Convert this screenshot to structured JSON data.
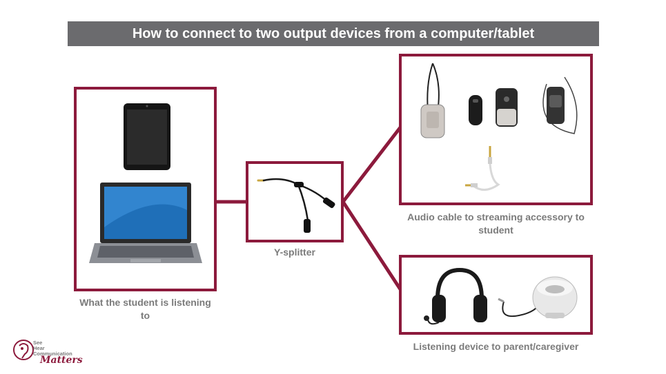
{
  "title": "How to connect to two output devices from a computer/tablet",
  "captions": {
    "source": "What the student is listening to",
    "splitter": "Y-splitter",
    "streaming": "Audio cable to streaming accessory to student",
    "listening": "Listening device to parent/caregiver"
  },
  "logo": {
    "line1": "See",
    "line2": "Hear",
    "line3": "Communication",
    "brand": "Matters"
  },
  "colors": {
    "accent": "#8c1a3c",
    "title_bar": "#6b6b6e",
    "caption": "#7b7b7b"
  }
}
